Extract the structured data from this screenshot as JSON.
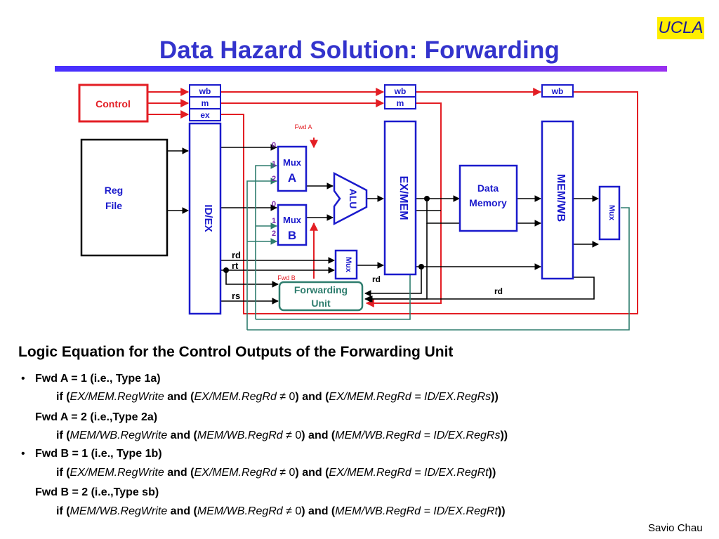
{
  "title": "Data Hazard Solution: Forwarding",
  "logo": "UCLA",
  "diagram": {
    "control": "Control",
    "regfile_line1": "Reg",
    "regfile_line2": "File",
    "idex": "ID/EX",
    "exmem": "EX/MEM",
    "memwb": "MEM/WB",
    "wb": "wb",
    "m": "m",
    "ex": "ex",
    "fwd_a": "Fwd A",
    "fwd_b": "Fwd B",
    "mux": "Mux",
    "mux_a_letter": "A",
    "mux_b_letter": "B",
    "in0": "0",
    "in1": "1",
    "in2": "2",
    "alu": "ALU",
    "data_memory_line1": "Data",
    "data_memory_line2": "Memory",
    "forwarding_unit_line1": "Forwarding",
    "forwarding_unit_line2": "Unit",
    "rd": "rd",
    "rt": "rt",
    "rs": "rs"
  },
  "equations": {
    "heading": "Logic Equation for the Control Outputs of the Forwarding Unit",
    "items": [
      {
        "bullet": "•",
        "label": "Fwd A = 1 (i.e., Type 1a)",
        "cond": [
          "if (",
          "EX/MEM.RegWrite",
          " and (",
          "EX/MEM.RegRd",
          " ≠ 0",
          ") and (",
          "EX/MEM.RegRd = ID/EX.RegRs",
          "))"
        ]
      },
      {
        "bullet": "",
        "label": "Fwd A = 2 (i.e.,Type 2a)",
        "cond": [
          "if (",
          "MEM/WB.RegWrite",
          " and (",
          "MEM/WB.RegRd",
          " ≠ 0",
          ") and (",
          "MEM/WB.RegRd = ID/EX.RegRs",
          "))"
        ]
      },
      {
        "bullet": "•",
        "label": "Fwd B = 1 (i.e., Type 1b)",
        "cond": [
          "if (",
          "EX/MEM.RegWrite",
          " and (",
          "EX/MEM.RegRd",
          " ≠ 0",
          ") and (",
          "EX/MEM.RegRd = ID/EX.RegRt",
          "))"
        ]
      },
      {
        "bullet": "",
        "label": "Fwd B = 2 (i.e.,Type sb)",
        "cond": [
          "if (",
          "MEM/WB.RegWrite",
          " and (",
          "MEM/WB.RegRd",
          " ≠ 0",
          ") and (",
          "MEM/WB.RegRd = ID/EX.RegRt",
          "))"
        ]
      }
    ]
  },
  "author": "Savio Chau",
  "colors": {
    "title": "#3333cc",
    "blue": "#1a1acc",
    "red": "#e31e24",
    "teal": "#2e7d6e",
    "logo_bg": "#ffee00"
  }
}
